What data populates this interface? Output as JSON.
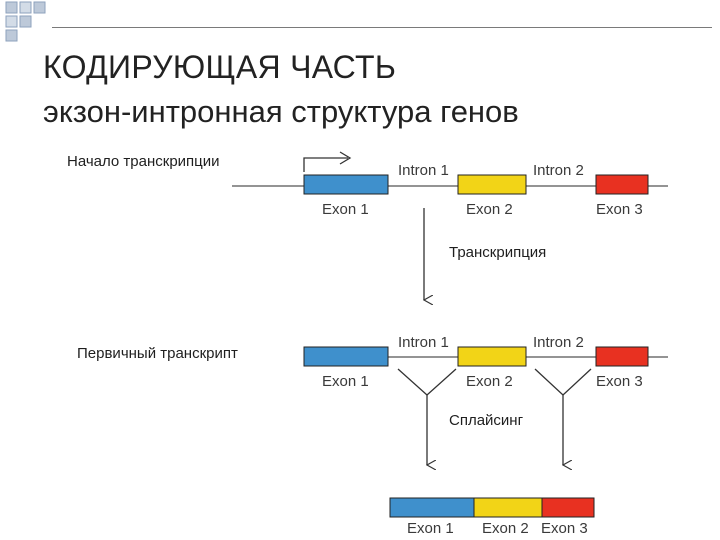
{
  "slide": {
    "title": "КОДИРУЮЩАЯ ЧАСТЬ",
    "subtitle": "экзон-интронная структура генов"
  },
  "gene": {
    "start_label": "Начало транскрипции",
    "intron1": "Intron 1",
    "intron2": "Intron 2",
    "exon1": "Exon 1",
    "exon2": "Exon 2",
    "exon3": "Exon 3"
  },
  "transcription_label": "Транскрипция",
  "primary": {
    "label": "Первичный транскрипт",
    "intron1": "Intron 1",
    "intron2": "Intron 2",
    "exon1": "Exon 1",
    "exon2": "Exon 2",
    "exon3": "Exon 3"
  },
  "splicing_label": "Сплайсинг",
  "mature": {
    "exon1": "Exon 1",
    "exon2": "Exon 2",
    "exon3": "Exon 3"
  },
  "colors": {
    "exon1": "#3f90cc",
    "exon2": "#f2d417",
    "exon3": "#e83121",
    "line": "#444444",
    "corner_squares": "#9fb3cc"
  }
}
